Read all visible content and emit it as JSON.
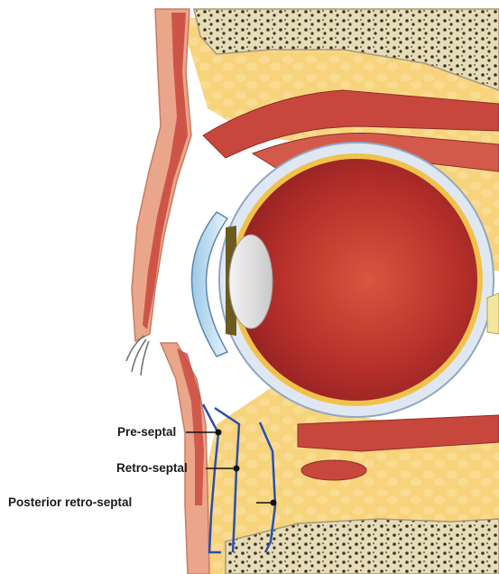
{
  "labels": {
    "pre_septal": "Pre-septal",
    "retro_septal": "Retro-septal",
    "posterior_retro_septal": "Posterior retro-septal"
  },
  "colors": {
    "fat": "#f6d37a",
    "bone": "#e9e1c3",
    "muscle": "#c8473c",
    "skin": "#e9a98f",
    "septum": "#2a4fb0",
    "sclera": "#dfe8f2",
    "vitreous": "#b8312b",
    "leader": "#111111"
  }
}
